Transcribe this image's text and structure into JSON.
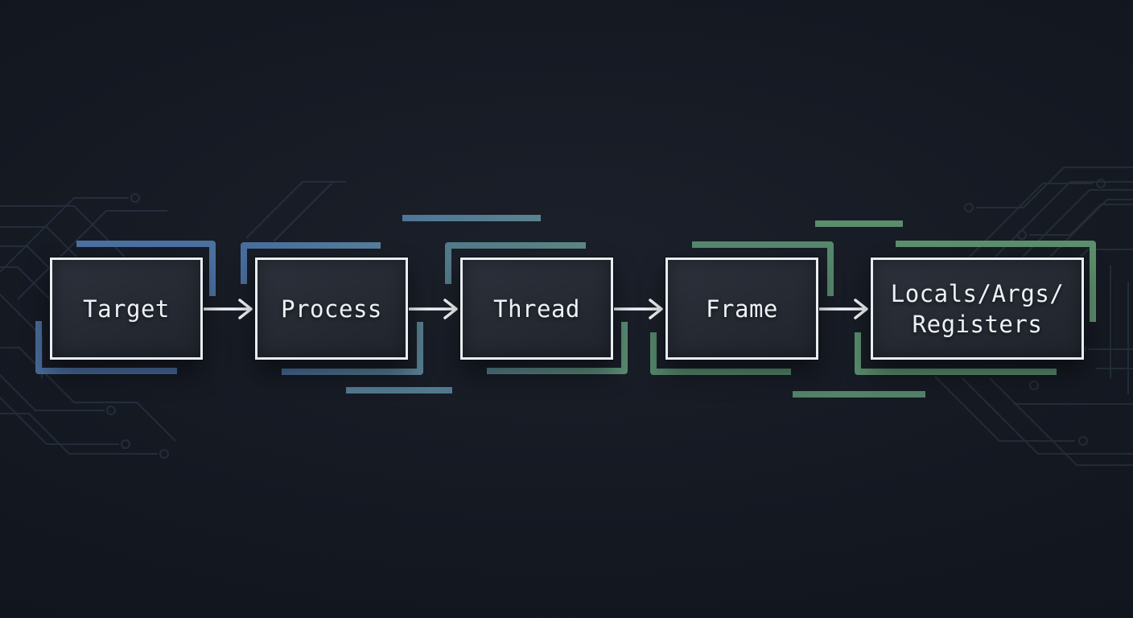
{
  "diagram": {
    "type": "flow",
    "title": "",
    "nodes": [
      {
        "label": "Target",
        "lines": [
          "Target"
        ]
      },
      {
        "label": "Process",
        "lines": [
          "Process"
        ]
      },
      {
        "label": "Thread",
        "lines": [
          "Thread"
        ]
      },
      {
        "label": "Frame",
        "lines": [
          "Frame"
        ]
      },
      {
        "label": "Locals/Args/Registers",
        "lines": [
          "Locals/Args/",
          "Registers"
        ]
      }
    ],
    "connections": [
      {
        "from": "Target",
        "to": "Process"
      },
      {
        "from": "Process",
        "to": "Thread"
      },
      {
        "from": "Thread",
        "to": "Frame"
      },
      {
        "from": "Frame",
        "to": "Locals/Args/Registers"
      }
    ],
    "colors": {
      "background": "#141821",
      "box_fill": "#262b34",
      "box_border": "#e9edf1",
      "arrow": "#f3f5f7",
      "accent_blue": "#4d74a6",
      "accent_teal": "#58828f",
      "accent_green": "#5d9170",
      "circuit_trace_left": "#60799f",
      "circuit_trace_right": "#5b7d78"
    }
  }
}
